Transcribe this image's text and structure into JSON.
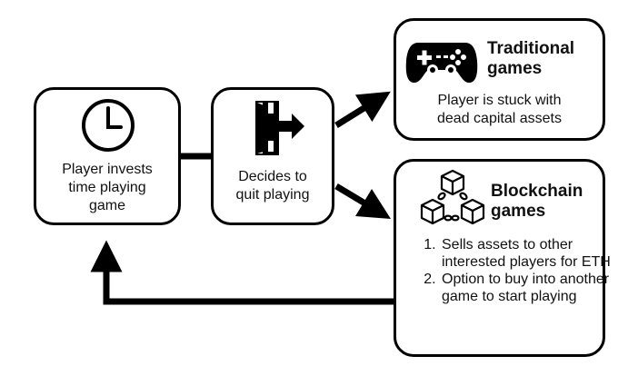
{
  "nodes": {
    "invest": {
      "label_lines": [
        "Player invests",
        "time playing",
        "game"
      ],
      "icon": "clock-icon"
    },
    "quit": {
      "label_lines": [
        "Decides to",
        "quit playing"
      ],
      "icon": "exit-door-icon"
    },
    "traditional": {
      "title_lines": [
        "Traditional",
        "games"
      ],
      "body_lines": [
        "Player is stuck with",
        "dead capital assets"
      ],
      "icon": "gamepad-icon"
    },
    "blockchain": {
      "title_lines": [
        "Blockchain",
        "games"
      ],
      "icon": "blockchain-cubes-icon",
      "steps": [
        "Sells assets to other interested players for ETH",
        "Option to buy into another game to start playing"
      ]
    }
  },
  "colors": {
    "stroke": "#000000",
    "background": "#ffffff",
    "text": "#111111"
  }
}
